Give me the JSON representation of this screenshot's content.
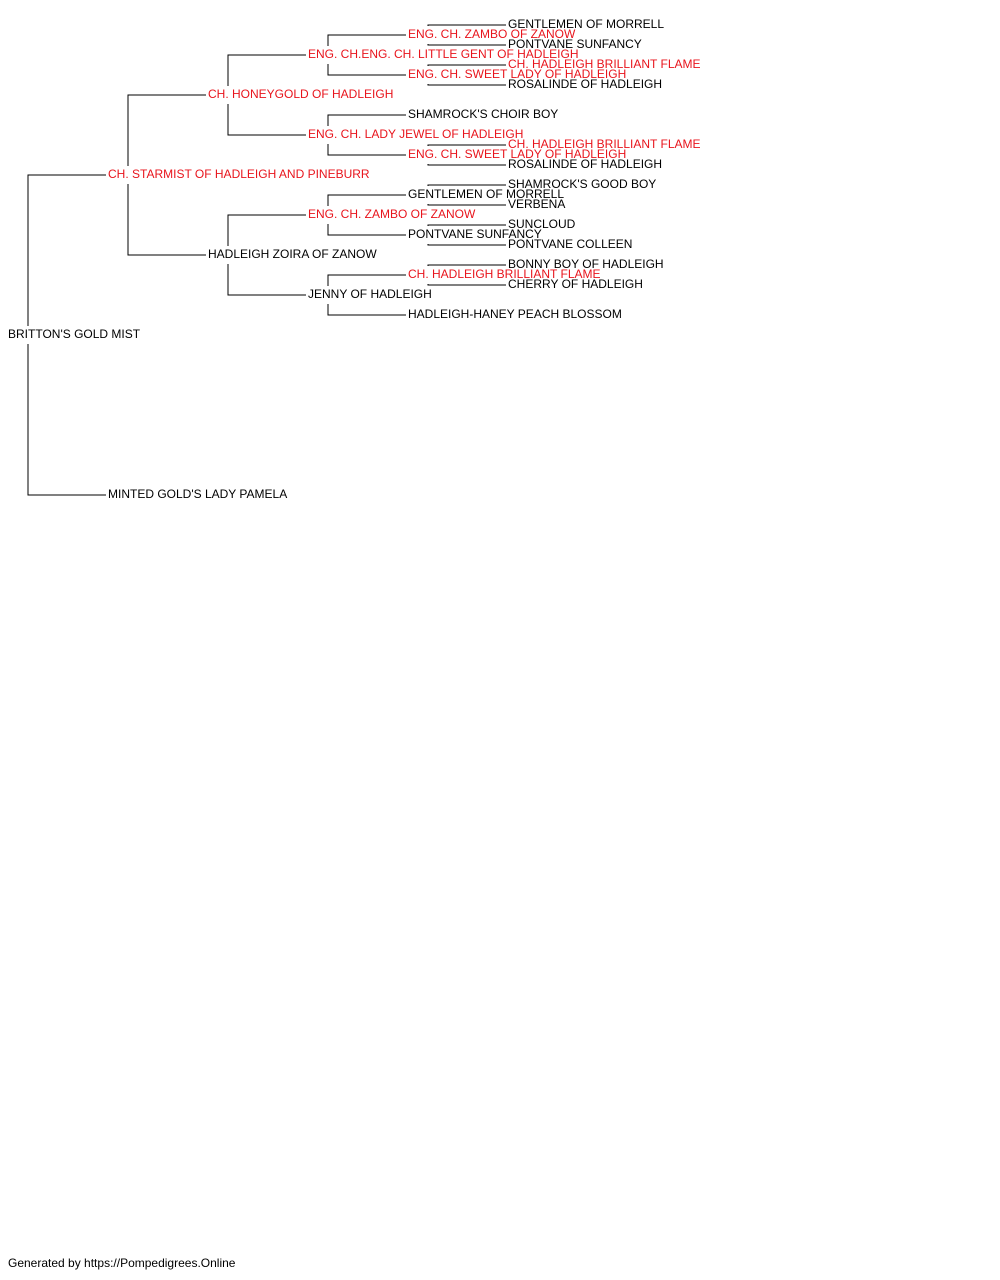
{
  "colors": {
    "text": "#000000",
    "champion": "#e8141c",
    "line": "#000000"
  },
  "tree": {
    "name": "BRITTON'S GOLD MIST",
    "highlight": false,
    "sire": {
      "name": "CH. STARMIST OF HADLEIGH AND PINEBURR",
      "highlight": true,
      "sire": {
        "name": "CH. HONEYGOLD OF HADLEIGH",
        "highlight": true,
        "sire": {
          "name": "ENG. CH.ENG. CH. LITTLE GENT OF HADLEIGH",
          "highlight": true,
          "sire": {
            "name": "ENG. CH. ZAMBO OF ZANOW",
            "highlight": true,
            "sire": {
              "name": "GENTLEMEN OF MORRELL",
              "highlight": false
            },
            "dam": {
              "name": "PONTVANE SUNFANCY",
              "highlight": false
            }
          },
          "dam": {
            "name": "ENG. CH. SWEET LADY OF HADLEIGH",
            "highlight": true,
            "sire": {
              "name": "CH. HADLEIGH BRILLIANT FLAME",
              "highlight": true
            },
            "dam": {
              "name": "ROSALINDE OF HADLEIGH",
              "highlight": false
            }
          }
        },
        "dam": {
          "name": "ENG. CH. LADY JEWEL OF HADLEIGH",
          "highlight": true,
          "sire": {
            "name": "SHAMROCK'S CHOIR BOY",
            "highlight": false
          },
          "dam": {
            "name": "ENG. CH. SWEET LADY OF HADLEIGH",
            "highlight": true,
            "sire": {
              "name": "CH. HADLEIGH BRILLIANT FLAME",
              "highlight": true
            },
            "dam": {
              "name": "ROSALINDE OF HADLEIGH",
              "highlight": false
            }
          }
        }
      },
      "dam": {
        "name": "HADLEIGH ZOIRA OF ZANOW",
        "highlight": false,
        "sire": {
          "name": "ENG. CH. ZAMBO OF ZANOW",
          "highlight": true,
          "sire": {
            "name": "GENTLEMEN OF MORRELL",
            "highlight": false,
            "sire": {
              "name": "SHAMROCK'S GOOD BOY",
              "highlight": false
            },
            "dam": {
              "name": "VERBENA",
              "highlight": false
            }
          },
          "dam": {
            "name": "PONTVANE SUNFANCY",
            "highlight": false,
            "sire": {
              "name": "SUNCLOUD",
              "highlight": false
            },
            "dam": {
              "name": "PONTVANE COLLEEN",
              "highlight": false
            }
          }
        },
        "dam": {
          "name": "JENNY OF HADLEIGH",
          "highlight": false,
          "sire": {
            "name": "CH. HADLEIGH BRILLIANT FLAME",
            "highlight": true,
            "sire": {
              "name": "BONNY BOY OF HADLEIGH",
              "highlight": false
            },
            "dam": {
              "name": "CHERRY OF HADLEIGH",
              "highlight": false
            }
          },
          "dam": {
            "name": "HADLEIGH-HANEY PEACH BLOSSOM",
            "highlight": false
          }
        }
      }
    },
    "dam": {
      "name": "MINTED GOLD'S LADY PAMELA",
      "highlight": false
    }
  },
  "footer": {
    "text": "Generated by https://Pompedigrees.Online"
  }
}
